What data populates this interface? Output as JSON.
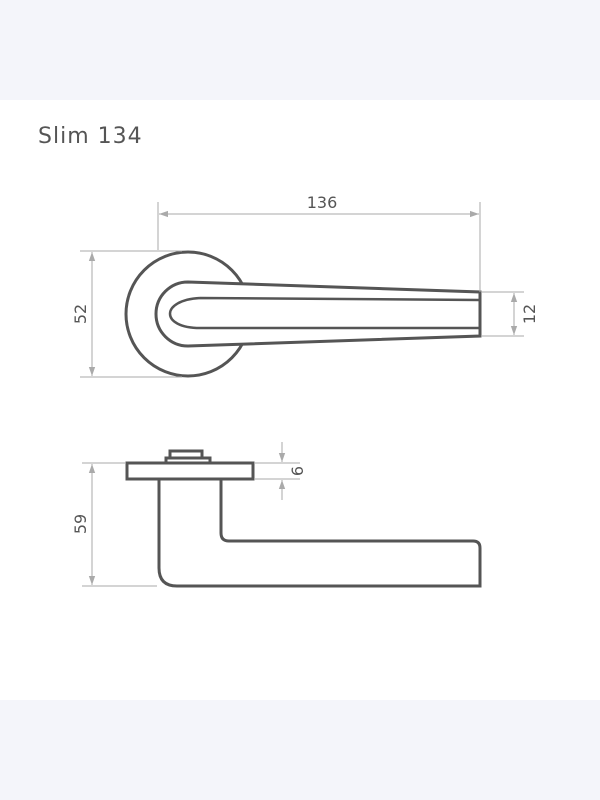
{
  "title": "Slim 134",
  "colors": {
    "outline": "#555555",
    "dimension": "#aaaaaa",
    "band": "#f4f5fa",
    "sheet": "#ffffff"
  },
  "dimensions": {
    "length": "136",
    "rosette_diameter": "52",
    "lever_height": "12",
    "rosette_thickness": "6",
    "projection": "59"
  }
}
